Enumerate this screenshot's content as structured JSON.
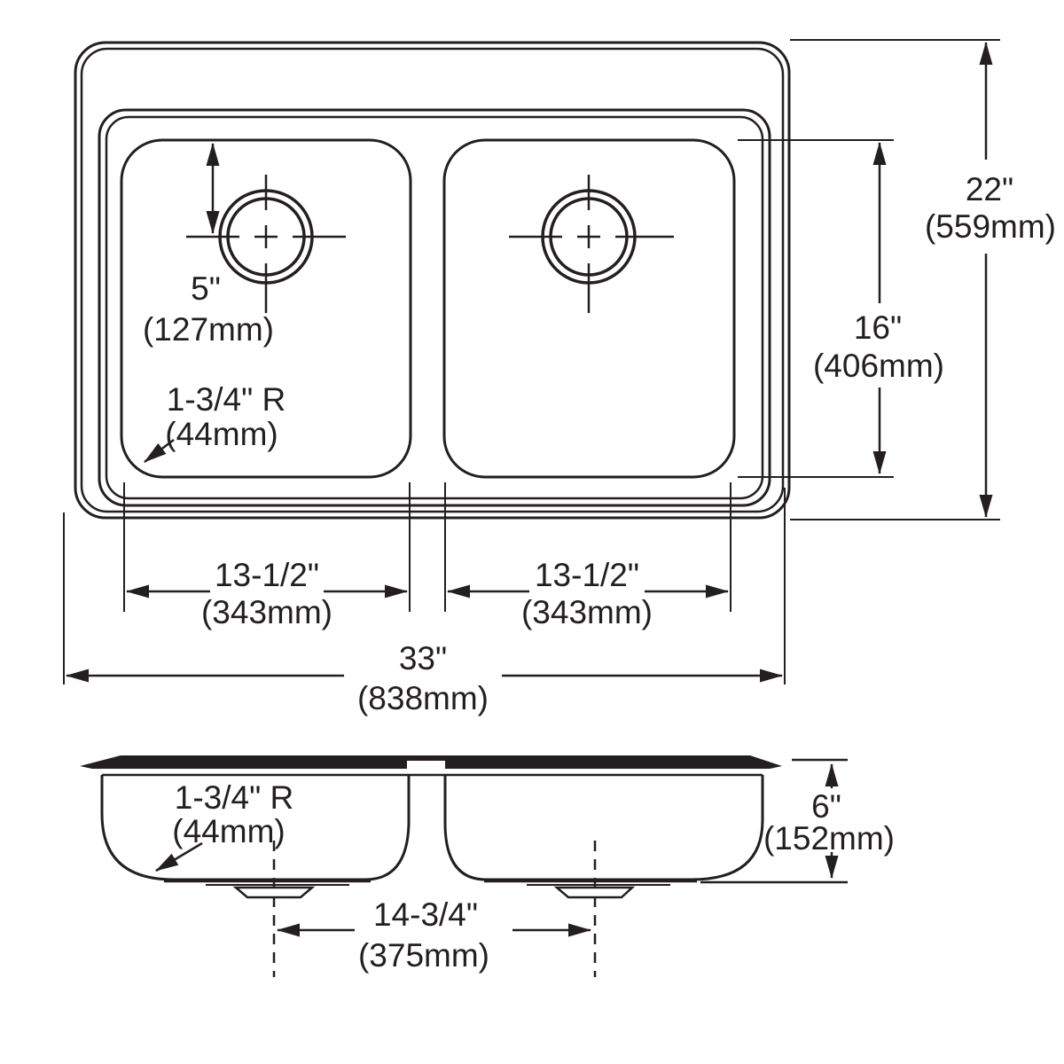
{
  "drawing": {
    "type": "sink-dimension-diagram",
    "colors": {
      "line": "#231f20",
      "background": "#ffffff"
    }
  },
  "top_view": {
    "drain_offset": {
      "inches": "5\"",
      "metric": "(127mm)"
    },
    "corner_radius": {
      "inches": "1-3/4\" R",
      "metric": "(44mm)"
    },
    "left_bowl_width": {
      "inches": "13-1/2\"",
      "metric": "(343mm)"
    },
    "right_bowl_width": {
      "inches": "13-1/2\"",
      "metric": "(343mm)"
    },
    "overall_length": {
      "inches": "33\"",
      "metric": "(838mm)"
    },
    "overall_depth": {
      "inches": "22\"",
      "metric": "(559mm)"
    },
    "bowl_front_to_back": {
      "inches": "16\"",
      "metric": "(406mm)"
    }
  },
  "section_view": {
    "corner_radius": {
      "inches": "1-3/4\" R",
      "metric": "(44mm)"
    },
    "bowl_depth": {
      "inches": "6\"",
      "metric": "(152mm)"
    },
    "drain_spacing": {
      "inches": "14-3/4\"",
      "metric": "(375mm)"
    }
  }
}
